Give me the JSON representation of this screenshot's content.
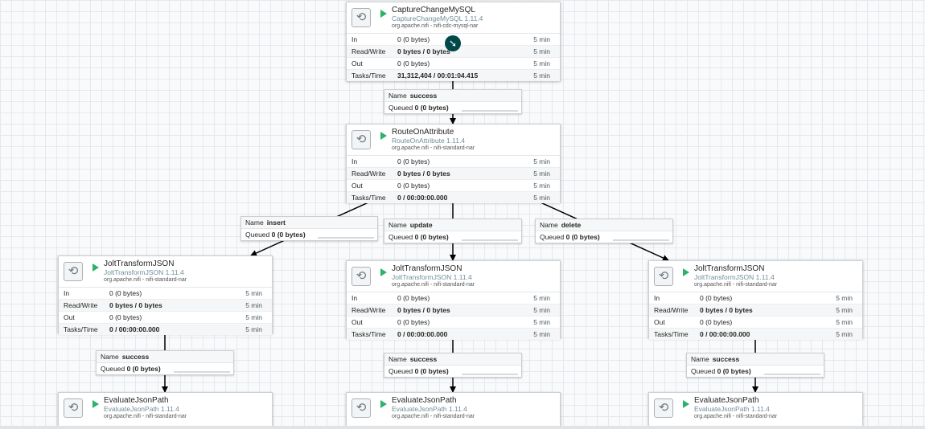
{
  "processors": {
    "capture": {
      "name": "CaptureChangeMySQL",
      "type": "CaptureChangeMySQL 1.11.4",
      "bundle": "org.apache.nifi - nifi-cdc-mysql-nar",
      "in": "0 (0 bytes)",
      "rw": "0 bytes / 0 bytes",
      "out": "0 (0 bytes)",
      "tasks": "31,312,404 / 00:01:04.415",
      "dur": "5 min"
    },
    "route": {
      "name": "RouteOnAttribute",
      "type": "RouteOnAttribute 1.11.4",
      "bundle": "org.apache.nifi - nifi-standard-nar",
      "in": "0 (0 bytes)",
      "rw": "0 bytes / 0 bytes",
      "out": "0 (0 bytes)",
      "tasks": "0 / 00:00:00.000",
      "dur": "5 min"
    },
    "jolt": {
      "name": "JoltTransformJSON",
      "type": "JoltTransformJSON 1.11.4",
      "bundle": "org.apache.nifi - nifi-standard-nar",
      "in": "0 (0 bytes)",
      "rw": "0 bytes / 0 bytes",
      "out": "0 (0 bytes)",
      "tasks": "0 / 00:00:00.000",
      "dur": "5 min"
    },
    "evaluate": {
      "name": "EvaluateJsonPath",
      "type": "EvaluateJsonPath 1.11.4",
      "bundle": "org.apache.nifi - nifi-standard-nar"
    }
  },
  "labels": {
    "in": "In",
    "rw": "Read/Write",
    "out": "Out",
    "tasks": "Tasks/Time",
    "name": "Name",
    "queued": "Queued",
    "queued_value": "0 (0 bytes)"
  },
  "connections": {
    "success": "success",
    "insert": "insert",
    "update": "update",
    "delete": "delete"
  },
  "colors": {
    "running": "#2cb36b",
    "overlay": "#004849"
  },
  "icons": {
    "processor": "processor-icon",
    "run": "play-icon",
    "overlay": "transfer-arrow-icon"
  }
}
